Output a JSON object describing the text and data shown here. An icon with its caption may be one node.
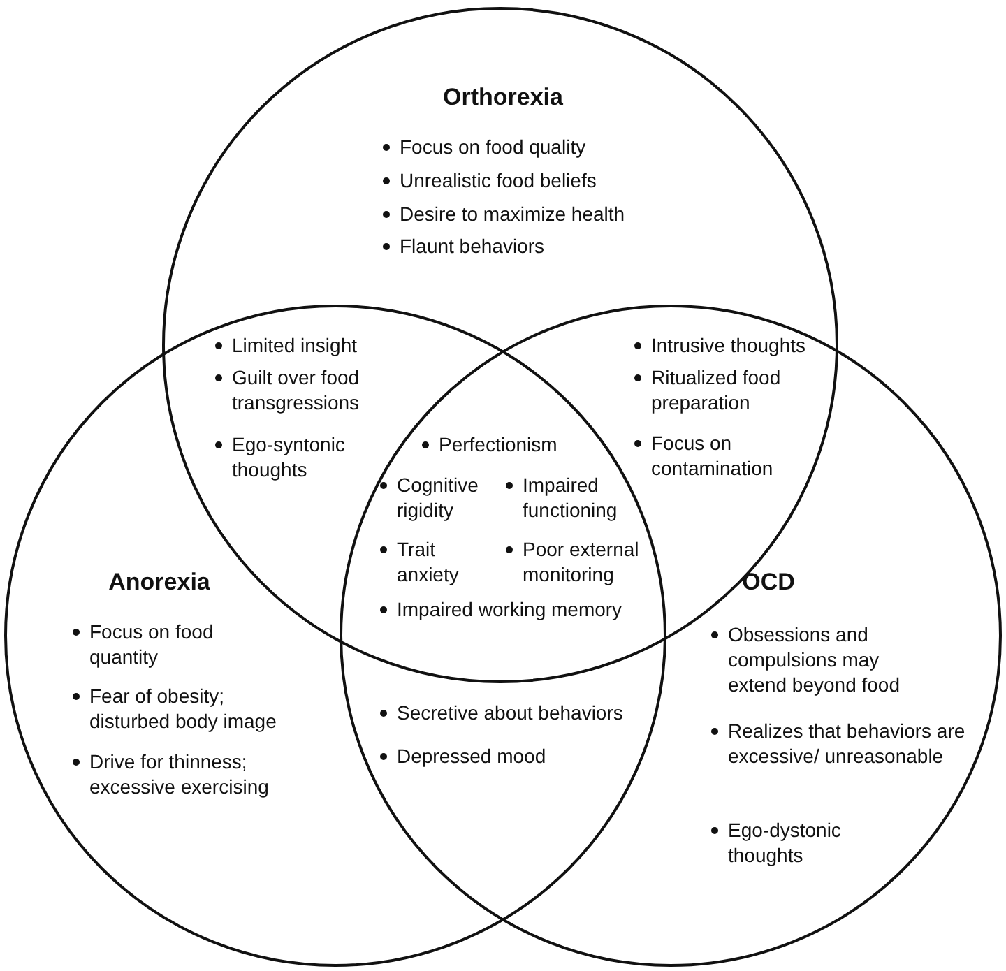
{
  "diagram": {
    "nodes": [
      {
        "text": [
          "Orthorexia",
          "Focus on food quality",
          "Unrealistic food beliefs",
          "Desire to maximize health",
          "Flaunt behaviors"
        ]
      },
      {
        "text": [
          "Anorexia",
          "Focus on food quantity",
          "Fear of obesity; disturbed body image",
          "Drive for thinness; excessive exercising"
        ]
      },
      {
        "text": [
          "OCD",
          "Obsessions and compulsions may extend beyond food",
          "Realizes that behaviors are excessive/ unreasonable",
          "Ego-dystonic thoughts"
        ]
      }
    ],
    "edges": [],
    "labels": [
      "Limited insight",
      "Guilt over food transgressions",
      "Ego-syntonic thoughts",
      "Intrusive thoughts",
      "Ritualized food preparation",
      "Focus on contamination",
      "Perfectionism",
      "Cognitive rigidity",
      "Impaired functioning",
      "Trait anxiety",
      "Poor external monitoring",
      "Impaired working memory",
      "Secretive about behaviors",
      "Depressed mood"
    ]
  }
}
